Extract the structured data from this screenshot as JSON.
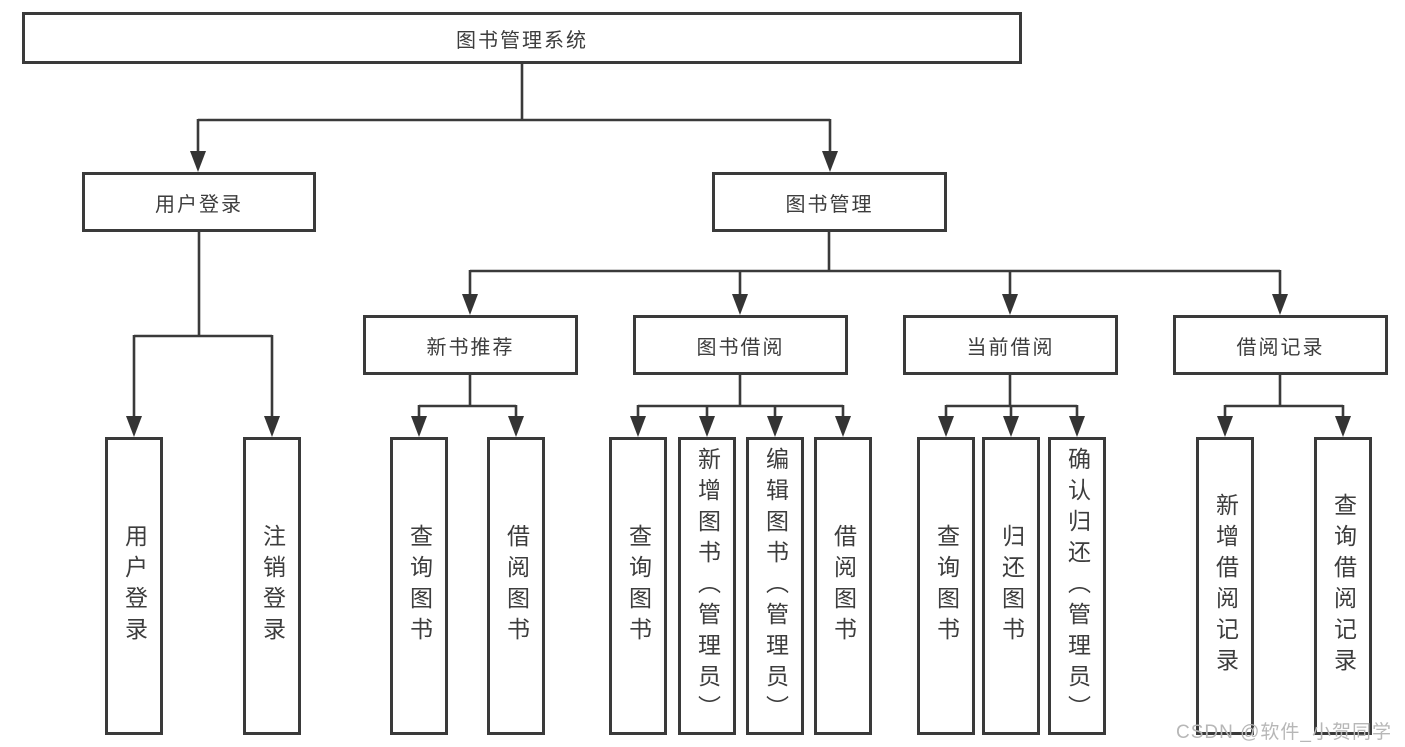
{
  "diagram": {
    "title": "图书管理系统",
    "root": {
      "label": "图书管理系统"
    },
    "level2": [
      {
        "label": "用户登录"
      },
      {
        "label": "图书管理"
      }
    ],
    "level3": [
      {
        "label": "新书推荐"
      },
      {
        "label": "图书借阅"
      },
      {
        "label": "当前借阅"
      },
      {
        "label": "借阅记录"
      }
    ],
    "leaves": [
      {
        "label": "用户登录",
        "parent": "用户登录"
      },
      {
        "label": "注销登录",
        "parent": "用户登录"
      },
      {
        "label": "查询图书",
        "parent": "新书推荐"
      },
      {
        "label": "借阅图书",
        "parent": "新书推荐"
      },
      {
        "label": "查询图书",
        "parent": "图书借阅"
      },
      {
        "label": "新增图书（管理员）",
        "parent": "图书借阅"
      },
      {
        "label": "编辑图书（管理员）",
        "parent": "图书借阅"
      },
      {
        "label": "借阅图书",
        "parent": "图书借阅"
      },
      {
        "label": "查询图书",
        "parent": "当前借阅"
      },
      {
        "label": "归还图书",
        "parent": "当前借阅"
      },
      {
        "label": "确认归还（管理员）",
        "parent": "当前借阅"
      },
      {
        "label": "新增借阅记录",
        "parent": "借阅记录"
      },
      {
        "label": "查询借阅记录",
        "parent": "借阅记录"
      }
    ],
    "watermark": "CSDN @软件_小贺同学",
    "colors": {
      "line": "#3a3a3a",
      "text": "#3d3d3d",
      "background": "#ffffff",
      "watermark": "#b7b7b7"
    }
  }
}
